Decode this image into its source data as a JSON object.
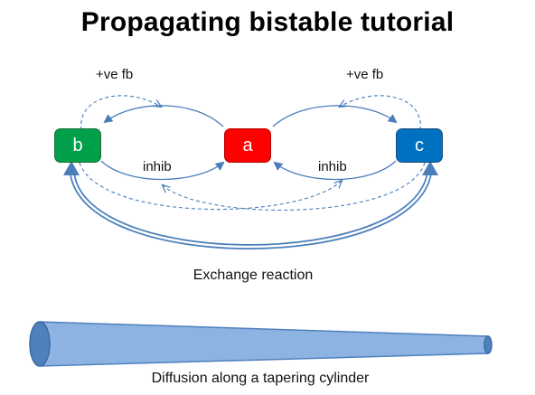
{
  "title": "Propagating bistable tutorial",
  "nodes": {
    "b": {
      "label": "b",
      "fill": "#00A04A",
      "stroke": "#1F6F3A"
    },
    "a": {
      "label": "a",
      "fill": "#FF0000",
      "stroke": "#B30000"
    },
    "c": {
      "label": "c",
      "fill": "#0070C0",
      "stroke": "#1F4E79"
    }
  },
  "labels": {
    "pos_fb_left": "+ve fb",
    "pos_fb_right": "+ve fb",
    "inhib_left": "inhib",
    "inhib_right": "inhib",
    "exchange": "Exchange reaction",
    "diffusion": "Diffusion along a tapering cylinder"
  },
  "colors": {
    "arrow": "#4A7EBB",
    "cylinder_fill": "#8DB3E2",
    "cylinder_dark": "#4F81BD"
  }
}
